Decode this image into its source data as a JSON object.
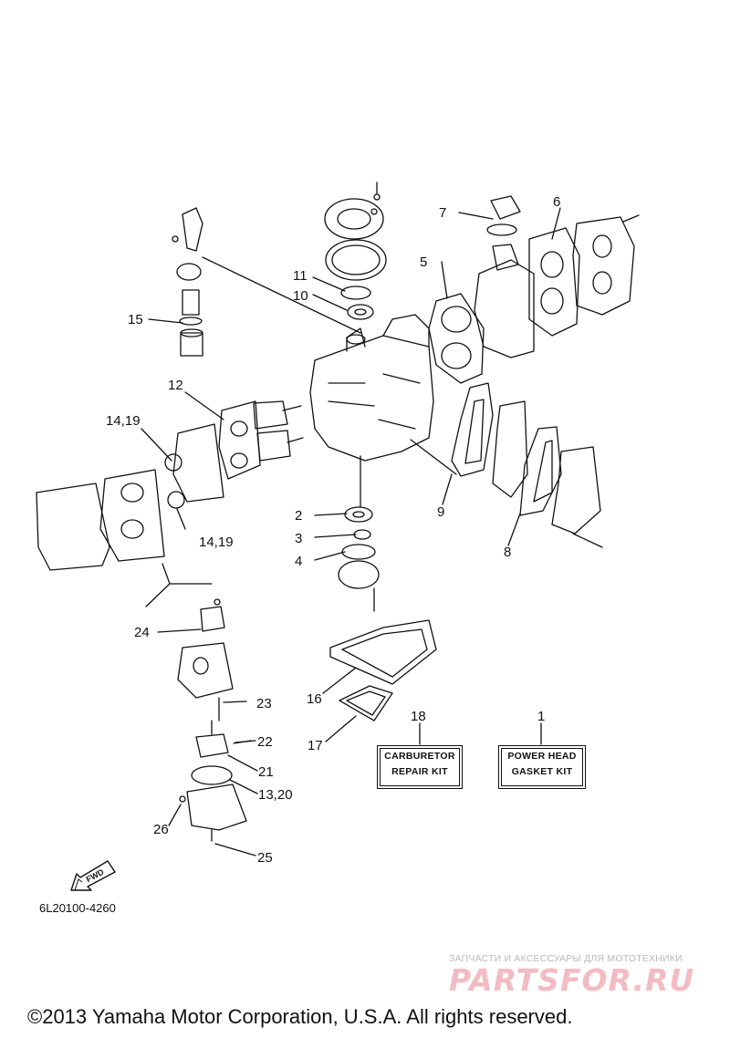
{
  "diagram": {
    "code": "6L20100-4260",
    "callouts": {
      "c1": "1",
      "c2": "2",
      "c3": "3",
      "c4": "4",
      "c5": "5",
      "c6": "6",
      "c7": "7",
      "c8": "8",
      "c9": "9",
      "c10": "10",
      "c11": "11",
      "c12": "12",
      "c13_20": "13,20",
      "c14_19a": "14,19",
      "c14_19b": "14,19",
      "c15": "15",
      "c16": "16",
      "c17": "17",
      "c18": "18",
      "c21": "21",
      "c22": "22",
      "c23": "23",
      "c24": "24",
      "c25": "25",
      "c26": "26"
    },
    "kits": {
      "carburetor_line1": "CARBURETOR",
      "carburetor_line2": "REPAIR KIT",
      "power_line1": "POWER HEAD",
      "power_line2": "GASKET KIT"
    },
    "fwd_label": "FWD"
  },
  "watermark": {
    "tagline": "ЗАПЧАСТИ И АКСЕССУАРЫ ДЛЯ МОТОТЕХНИКИ",
    "logo_text": "PARTSFOR.RU"
  },
  "footer": {
    "copyright": "©2013 Yamaha Motor Corporation, U.S.A. All rights reserved."
  }
}
